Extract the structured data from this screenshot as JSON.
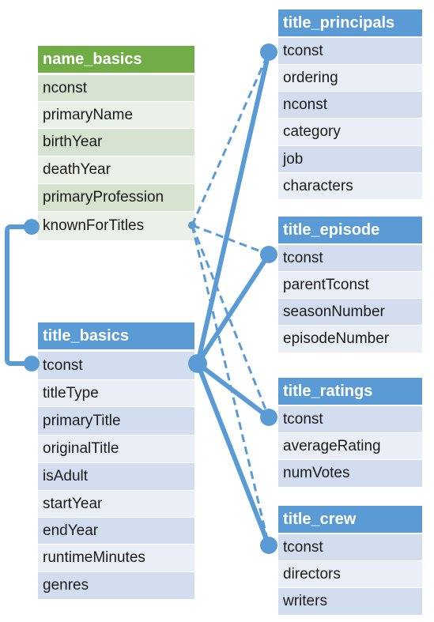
{
  "tables": [
    {
      "name": "name_basics",
      "theme": "green",
      "columns": [
        "nconst",
        "primaryName",
        "birthYear",
        "deathYear",
        "primaryProfession",
        "knownForTitles"
      ]
    },
    {
      "name": "title_basics",
      "theme": "blue",
      "columns": [
        "tconst",
        "titleType",
        "primaryTitle",
        "originalTitle",
        "isAdult",
        "startYear",
        "endYear",
        "runtimeMinutes",
        "genres"
      ]
    },
    {
      "name": "title_principals",
      "theme": "blue",
      "columns": [
        "tconst",
        "ordering",
        "nconst",
        "category",
        "job",
        "characters"
      ]
    },
    {
      "name": "title_episode",
      "theme": "blue",
      "columns": [
        "tconst",
        "parentTconst",
        "seasonNumber",
        "episodeNumber"
      ]
    },
    {
      "name": "title_ratings",
      "theme": "blue",
      "columns": [
        "tconst",
        "averageRating",
        "numVotes"
      ]
    },
    {
      "name": "title_crew",
      "theme": "blue",
      "columns": [
        "tconst",
        "directors",
        "writers"
      ]
    }
  ],
  "colors": {
    "green_header": "#70ad47",
    "green_row_dark": "#d5e3cf",
    "green_row_light": "#ebf1e9",
    "blue_header": "#5b9bd5",
    "blue_row_dark": "#d2deef",
    "blue_row_light": "#eaeff7",
    "connector": "#5b9bd5"
  }
}
